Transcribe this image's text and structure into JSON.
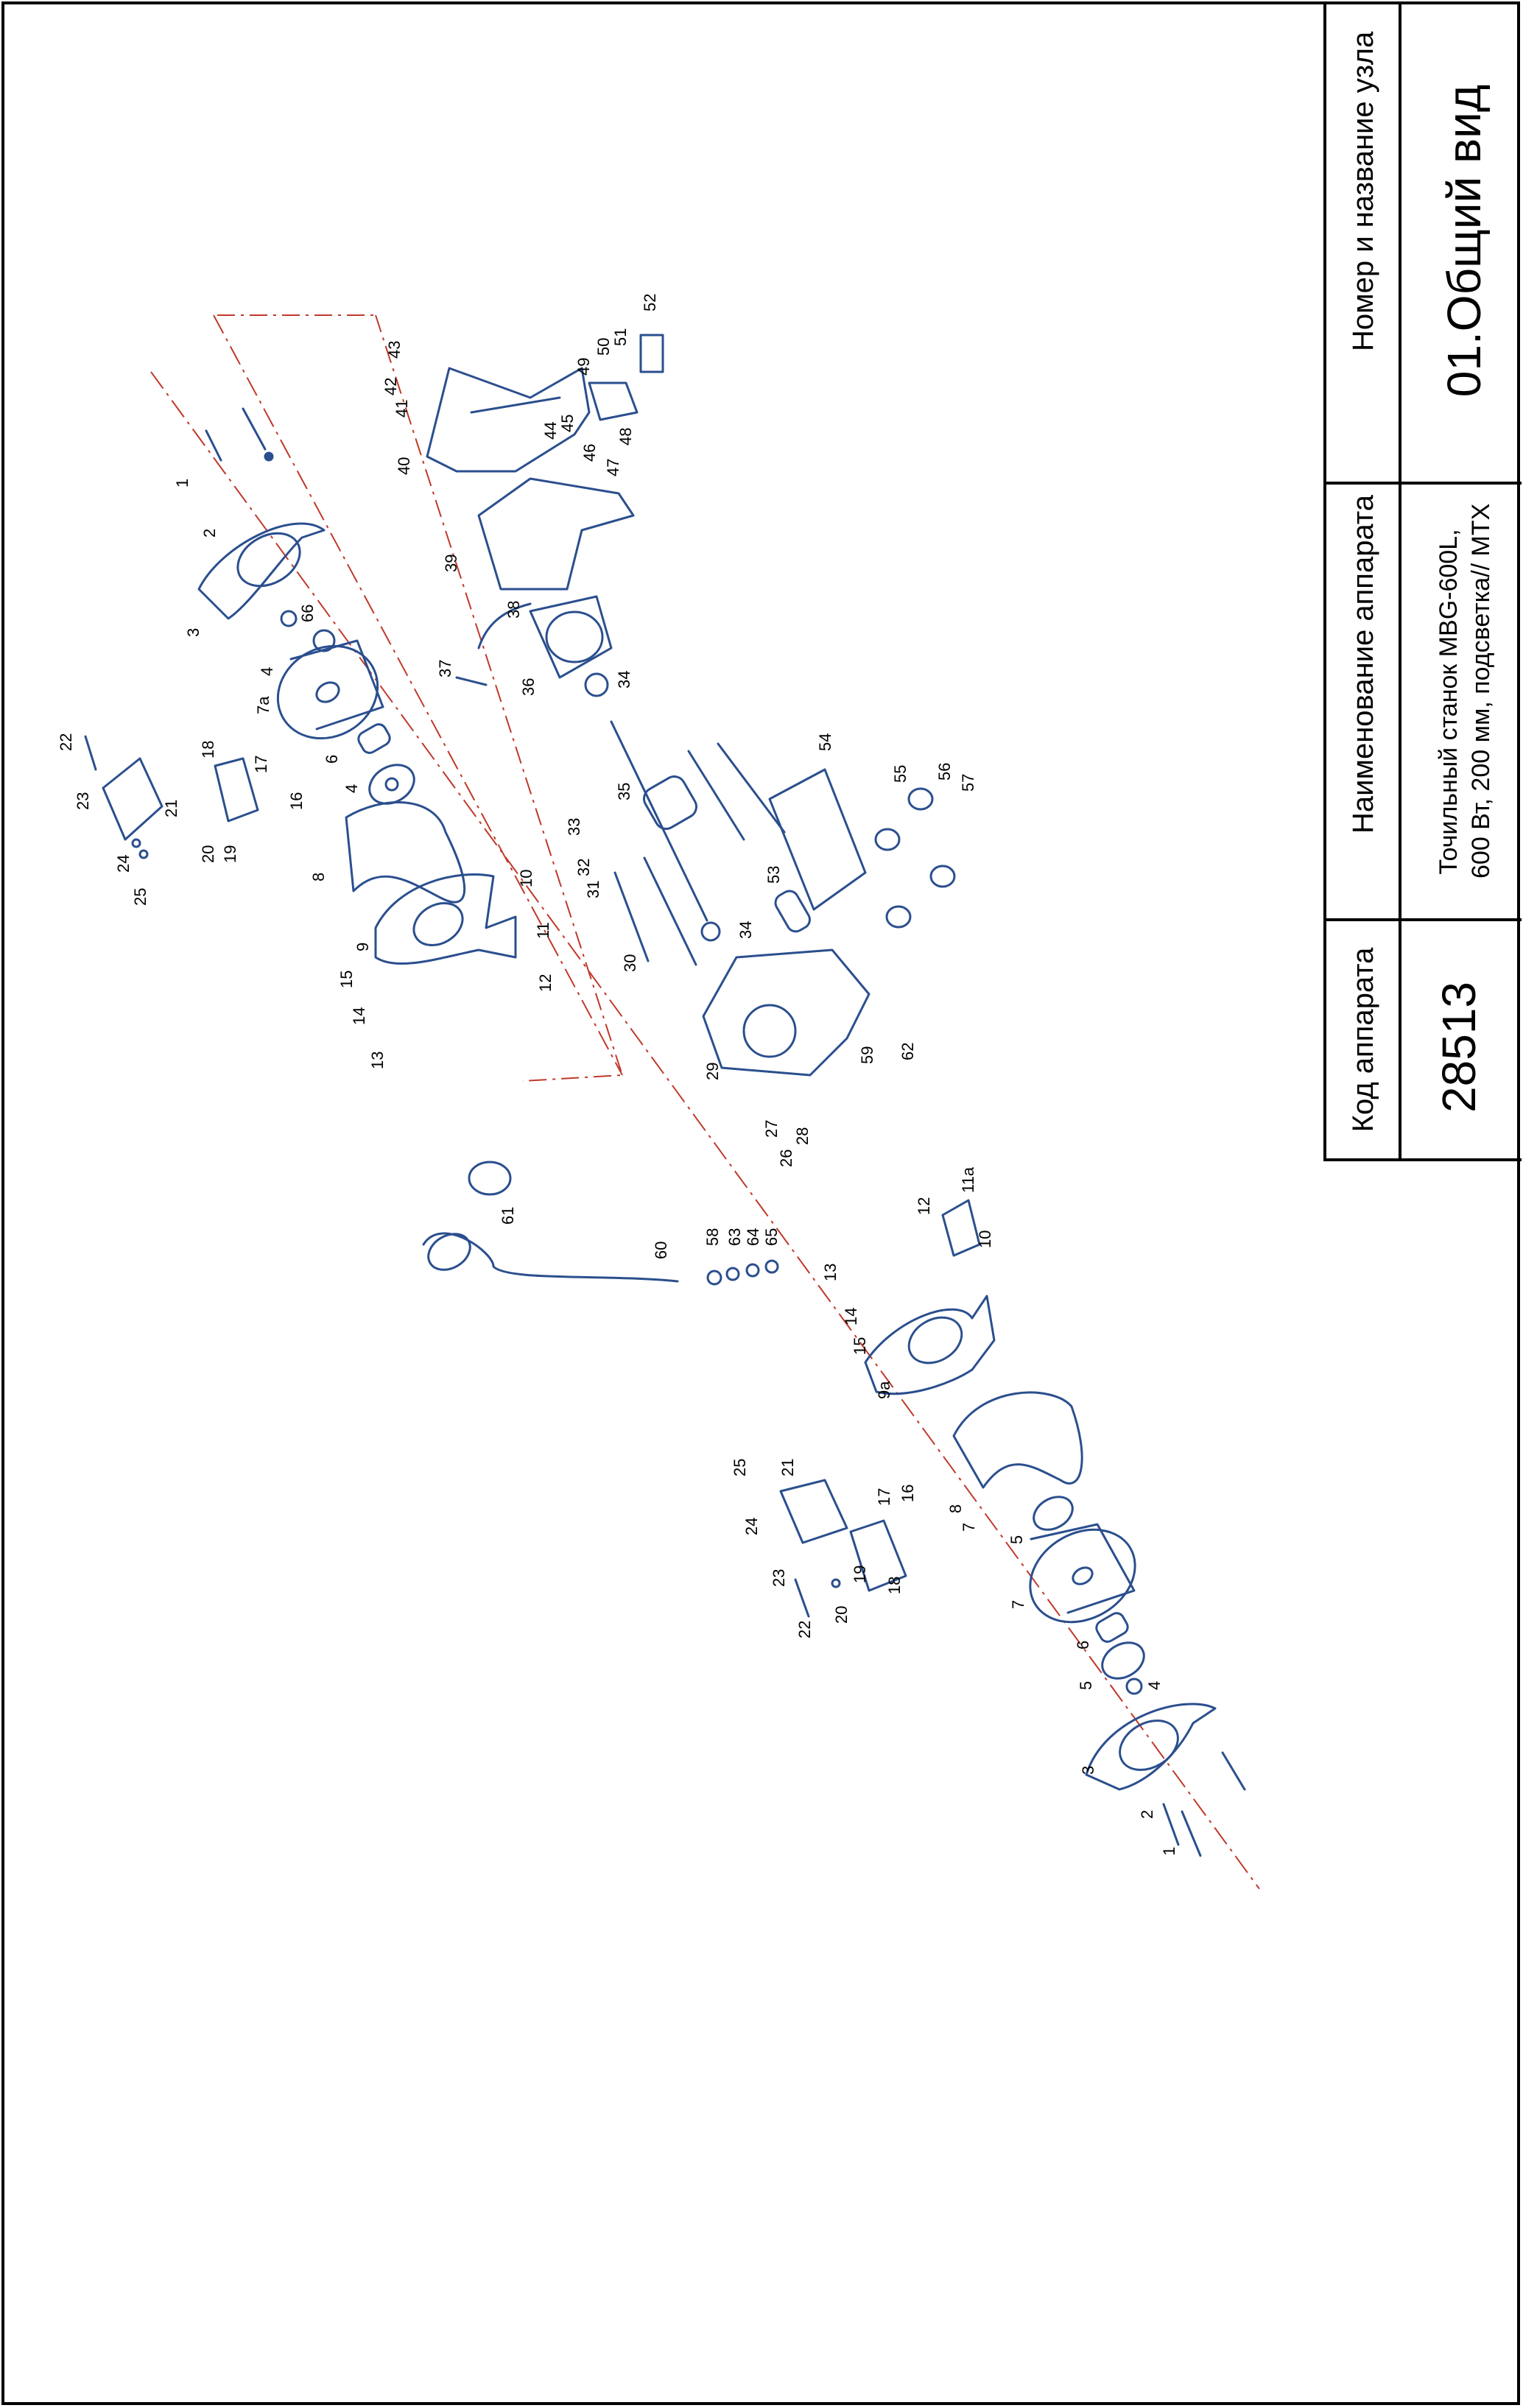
{
  "title_block": {
    "code_header": "Код аппарата",
    "code_value": "28513",
    "name_header": "Наименование аппарата",
    "name_value_line1": "Точильный станок MBG-600L,",
    "name_value_line2": "600 Вт, 200 мм, подсветка// MTX",
    "unit_header": "Номер и название узла",
    "unit_value": "01.Общий вид"
  },
  "callouts": {
    "c1a": "1",
    "c2a": "2",
    "c3a": "3",
    "c66": "66",
    "c4a": "4",
    "c7a": "7a",
    "c6a": "6",
    "c4b": "4",
    "c8a": "8",
    "c9a": "9",
    "c22a": "22",
    "c23a": "23",
    "c24a": "24",
    "c25a": "25",
    "c18a": "18",
    "c17a": "17",
    "c16a": "16",
    "c21a": "21",
    "c20a": "20",
    "c19a": "19",
    "c15a": "15",
    "c14a": "14",
    "c13a": "13",
    "c10a": "10",
    "c11a": "11",
    "c12a": "12",
    "c40": "40",
    "c41": "41",
    "c42": "42",
    "c43": "43",
    "c44": "44",
    "c45": "45",
    "c46": "46",
    "c47": "47",
    "c48": "48",
    "c49": "49",
    "c50": "50",
    "c51": "51",
    "c52": "52",
    "c39": "39",
    "c38": "38",
    "c37": "37",
    "c36": "36",
    "c34a": "34",
    "c35": "35",
    "c33": "33",
    "c32": "32",
    "c31": "31",
    "c30": "30",
    "c34b": "34",
    "c53": "53",
    "c54": "54",
    "c55": "55",
    "c56": "56",
    "c57": "57",
    "c29": "29",
    "c59": "59",
    "c62": "62",
    "c27": "27",
    "c26": "26",
    "c28": "28",
    "c61": "61",
    "c60": "60",
    "c58": "58",
    "c63": "63",
    "c64": "64",
    "c65": "65",
    "c12b": "12",
    "c11b": "11a",
    "c10b": "10",
    "c13b": "13",
    "c14b": "14",
    "c15b": "15",
    "c9b": "9a",
    "c8b": "8",
    "c7b": "7",
    "c5a": "5",
    "c25b": "25",
    "c21b": "21",
    "c24b": "24",
    "c17b": "17",
    "c16b": "16",
    "c23b": "23",
    "c22b": "22",
    "c20b": "20",
    "c19b": "19",
    "c18b": "18",
    "c7c": "7",
    "c6b": "6",
    "c5b": "5",
    "c4c": "4",
    "c3b": "3",
    "c2b": "2",
    "c1b": "1"
  },
  "colors": {
    "line": "#2b4f8e",
    "axis": "#c0392b",
    "text": "#000000"
  }
}
